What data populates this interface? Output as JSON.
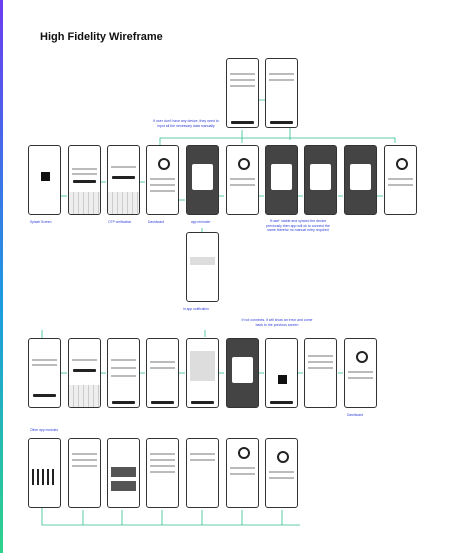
{
  "title": "High Fidelity Wireframe",
  "captions": {
    "splash": "Splash Screen",
    "otp": "OTP verification",
    "dashboard": "Dashboard",
    "reminder": "app reminder",
    "notification": "In app notification",
    "dashboard2": "Dashboard",
    "other": "Other app modules"
  },
  "notes": {
    "no_device": "If user don't have any device, they need to input all the necessary data manually",
    "stable": "If user' stable and synced the device previously then app will ok to connect the same therefor no manual entry required",
    "not_connects": "If not connects, it will show an error and come back to the previous screen"
  },
  "colors": {
    "accent": "#2d3bd6",
    "connector": "#2fbf8a"
  }
}
